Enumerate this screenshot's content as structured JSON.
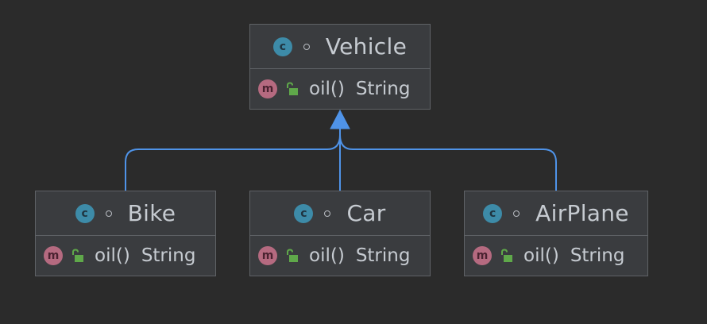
{
  "colors": {
    "background": "#2b2b2b",
    "box_fill": "#3a3c3f",
    "box_border": "#5f6266",
    "text": "#c6cbd1",
    "connector": "#4f93e8",
    "class_badge": "#3d8ba8",
    "method_badge": "#b56a80",
    "lock": "#5fa84a"
  },
  "classes": [
    {
      "id": "vehicle",
      "badge": "c",
      "name": "Vehicle",
      "members": [
        {
          "badge": "m",
          "name": "oil()",
          "type": "String"
        }
      ]
    },
    {
      "id": "bike",
      "badge": "c",
      "name": "Bike",
      "members": [
        {
          "badge": "m",
          "name": "oil()",
          "type": "String"
        }
      ]
    },
    {
      "id": "car",
      "badge": "c",
      "name": "Car",
      "members": [
        {
          "badge": "m",
          "name": "oil()",
          "type": "String"
        }
      ]
    },
    {
      "id": "airplane",
      "badge": "c",
      "name": "AirPlane",
      "members": [
        {
          "badge": "m",
          "name": "oil()",
          "type": "String"
        }
      ]
    }
  ],
  "relationships": [
    {
      "type": "inheritance",
      "from": "bike",
      "to": "vehicle"
    },
    {
      "type": "inheritance",
      "from": "car",
      "to": "vehicle"
    },
    {
      "type": "inheritance",
      "from": "airplane",
      "to": "vehicle"
    }
  ]
}
